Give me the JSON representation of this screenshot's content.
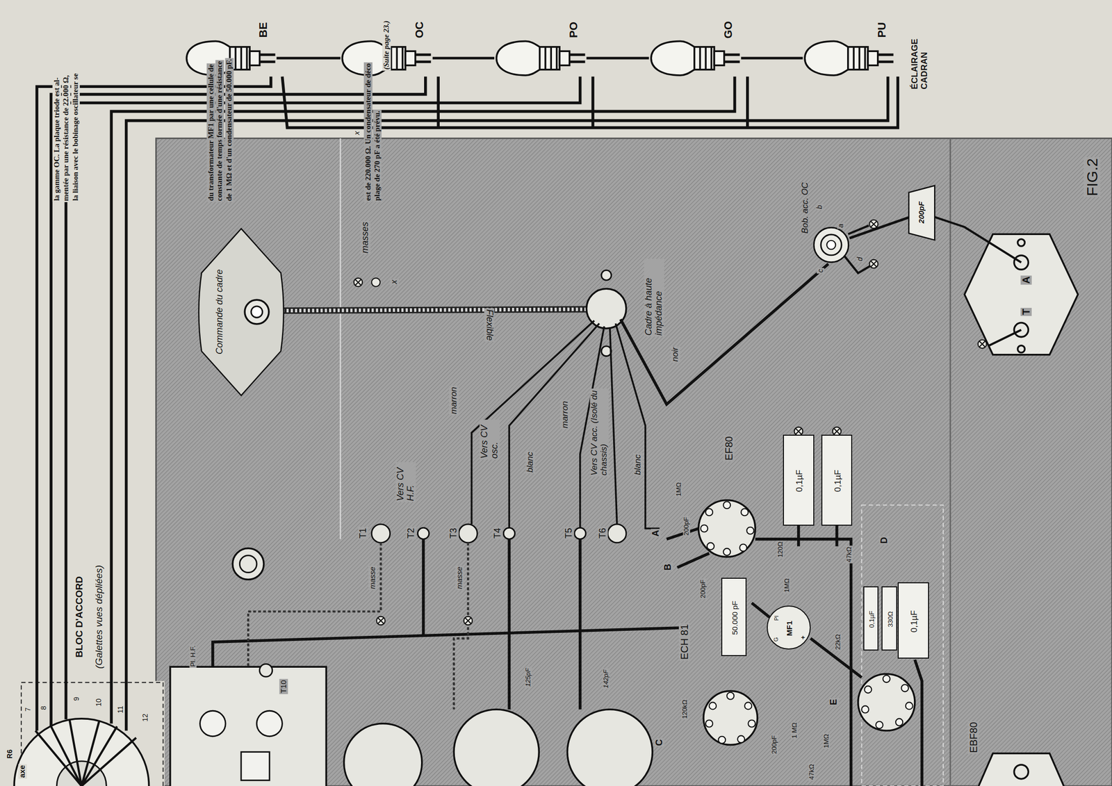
{
  "diagram": {
    "nodes": [
      {
        "text": [
          "Commande du cadre"
        ]
      },
      {
        "text": [
          "0,1µF"
        ]
      },
      {
        "text": [
          "0,1µF"
        ]
      },
      {
        "text": [
          "50.000 pF"
        ]
      },
      {
        "text": [
          "MF1",
          "Pl",
          "G",
          "+"
        ]
      },
      {
        "text": [
          "0,1µF"
        ]
      },
      {
        "text": [
          "330Ω"
        ]
      },
      {
        "text": [
          "0,1µF"
        ]
      },
      {
        "text": [
          "Bob. acc. OC"
        ]
      },
      {
        "text": [
          "200pF"
        ]
      },
      {
        "text": [
          "BE"
        ]
      },
      {
        "text": [
          "OC"
        ]
      },
      {
        "text": [
          "PO"
        ]
      },
      {
        "text": [
          "GO"
        ]
      },
      {
        "text": [
          "PU"
        ]
      }
    ],
    "edges": [
      {
        "from": 9,
        "to": 8,
        "arrow": "none"
      },
      {
        "from": 10,
        "to": 11,
        "arrow": "none"
      },
      {
        "from": 11,
        "to": 12,
        "arrow": "none"
      },
      {
        "from": 12,
        "to": 13,
        "arrow": "none"
      },
      {
        "from": 13,
        "to": 14,
        "arrow": "none"
      }
    ],
    "labels": [
      "la gamme OC. La plaque triode est al-",
      "mentée par une résistance de 22.000 Ω,",
      "la liaison avec le bobinage oscillateur se",
      "du transformateur MF1 par une cellule de",
      "constante de temps formée d'une résistance",
      "de 1 MΩ et d'un condensateur de 50.000 pF.",
      "est de 220.000 Ω. Un condensateur de déco",
      "plage de 270 pF a été prévu.",
      "(Suite page 23.)",
      "ÉCLAIRAGE CADRAN",
      "masses",
      "x",
      "x",
      "Flexible",
      "Cadre à haute impédance",
      "noir",
      "marron",
      "Vers CV osc.",
      "blanc",
      "marron",
      "Vers CV acc. (Isolé du chassis)",
      "blanc",
      "Vers CV H.F.",
      "T1",
      "T2",
      "T3",
      "T4",
      "T5",
      "T6",
      "masse",
      "masse",
      "A",
      "B",
      "C",
      "D",
      "E",
      "EF80",
      "ECH 81",
      "EBF80",
      "1MΩ",
      "200pF",
      "120Ω",
      "1MΩ",
      "47kΩ",
      "200pF",
      "22kΩ",
      "125pF",
      "142pF",
      "120kΩ",
      "1 MΩ",
      "1MΩ",
      "200pF",
      "47kΩ",
      "BLOC D'ACCORD",
      "(Galettes vues dépliées)",
      "Pl. H.F.",
      "T10",
      "R6",
      "axe",
      "7",
      "8",
      "9",
      "10",
      "11",
      "12",
      "a",
      "b",
      "c",
      "d",
      "A",
      "T",
      "FIG.2"
    ]
  }
}
